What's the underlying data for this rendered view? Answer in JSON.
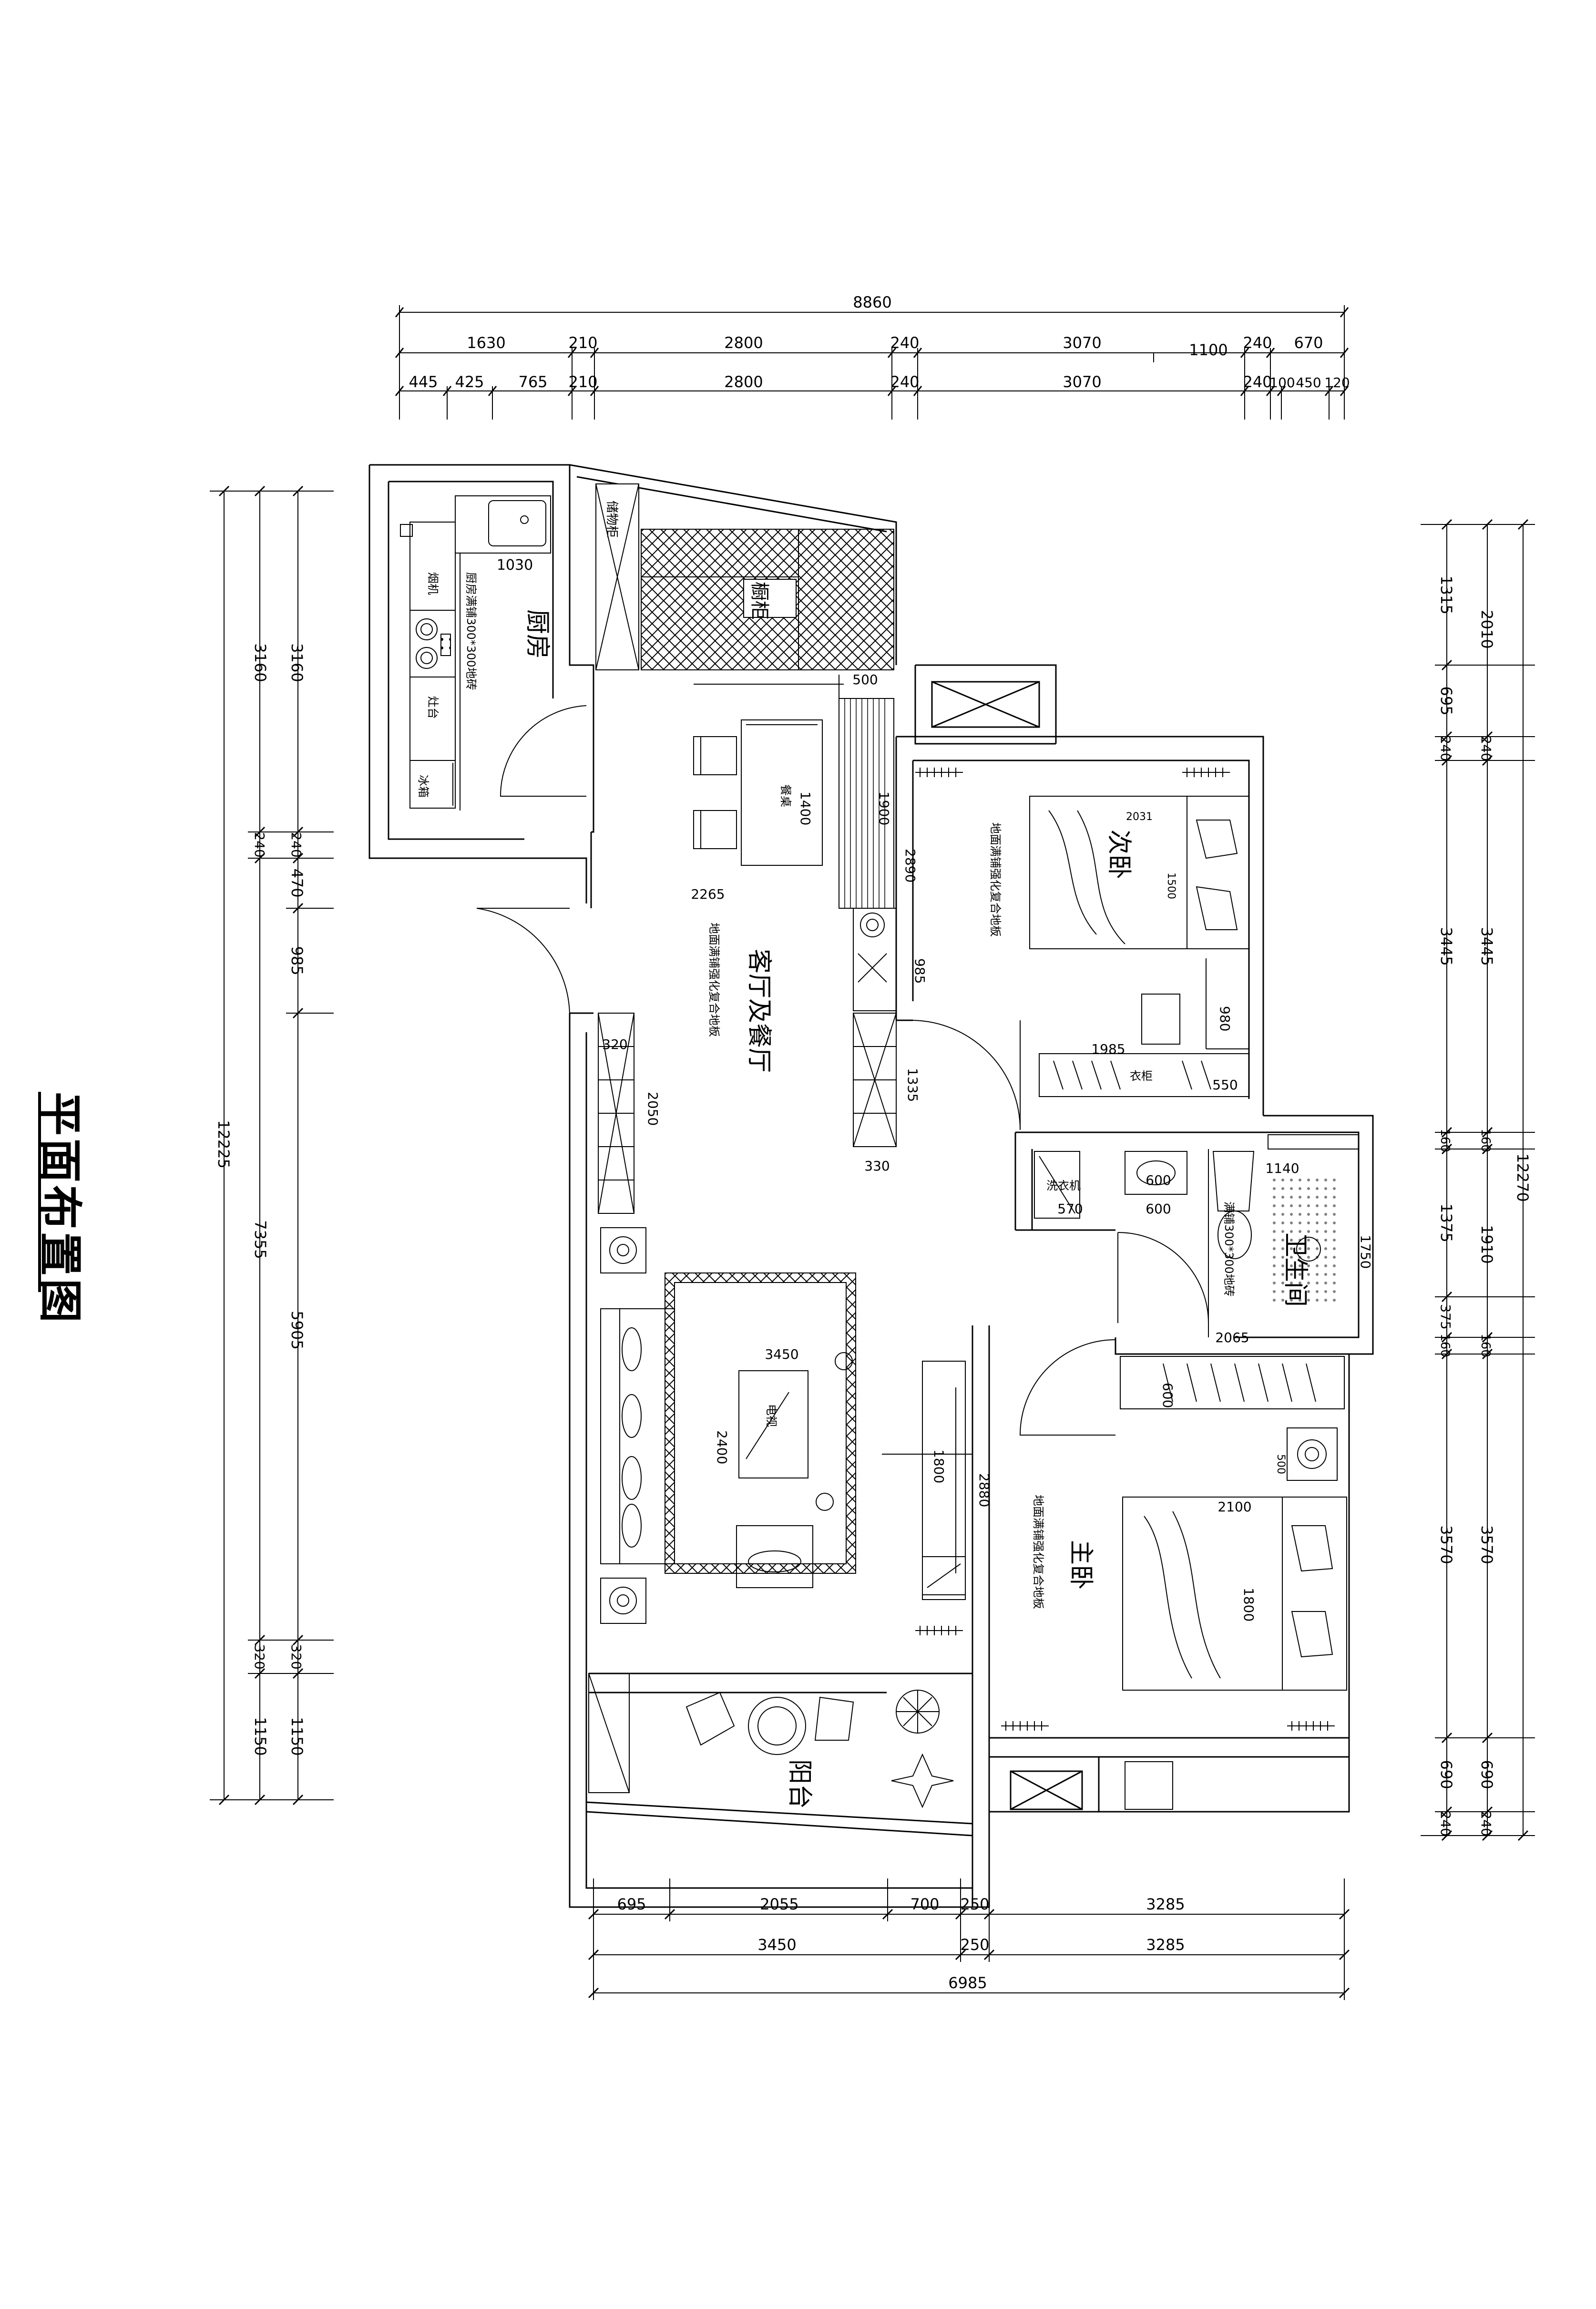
{
  "drawing_title": "平面布置图",
  "rooms": {
    "kitchen": "厨房",
    "second_bedroom": "次卧",
    "living_dining": "客厅及餐厅",
    "bathroom": "卫生间",
    "master_bedroom": "主卧",
    "balcony": "阳台"
  },
  "floor_notes": {
    "second_bedroom": "地面满铺强化复合地板",
    "living": "地面满铺强化复合地板",
    "master": "地面满铺强化复合地板",
    "kitchen": "厨房满铺300*300地砖",
    "bathroom": "满铺300*300地砖"
  },
  "fixture_labels": {
    "fridge": "冰箱",
    "dining_table": "餐桌",
    "tv": "电视",
    "washer": "洗衣机",
    "wardrobe": "衣柜",
    "storage_cabinet": "储物柜",
    "cabinet": "橱柜",
    "hood": "烟机",
    "stove": "灶台"
  },
  "dims_top": {
    "overall": "8860",
    "row1": [
      "1630",
      "210",
      "2800",
      "240",
      "3070",
      "1100",
      "240",
      "670"
    ],
    "row2": [
      "445",
      "425",
      "765",
      "210",
      "2800",
      "240",
      "3070",
      "240",
      "100",
      "450",
      "120"
    ]
  },
  "dims_left": {
    "overall": "12225",
    "col_a": [
      "3160",
      "240",
      "7355",
      "320",
      "1150"
    ],
    "col_b": [
      "3160",
      "240",
      "470",
      "985",
      "5905",
      "320",
      "1150"
    ]
  },
  "dims_right": {
    "overall": "12270",
    "col_a": [
      "1315",
      "695",
      "240",
      "3445",
      "160",
      "1375",
      "375",
      "160",
      "3570",
      "690",
      "240"
    ],
    "col_b": [
      "2010",
      "240",
      "3445",
      "160",
      "1910",
      "160",
      "3570",
      "690",
      "240"
    ]
  },
  "dims_bottom": {
    "row1": [
      "695",
      "2055",
      "700",
      "250",
      "3285"
    ],
    "row2": [
      "3450",
      "250",
      "3285"
    ],
    "overall": "6985"
  },
  "dims_inner": [
    "1030",
    "500",
    "1400",
    "1900",
    "2890",
    "2265",
    "2031",
    "1500",
    "985",
    "980",
    "1985",
    "550",
    "320",
    "1335",
    "2050",
    "330",
    "600",
    "600",
    "570",
    "1140",
    "1750",
    "2065",
    "600",
    "3450",
    "2400",
    "1800",
    "2880",
    "500",
    "2100",
    "1800"
  ]
}
